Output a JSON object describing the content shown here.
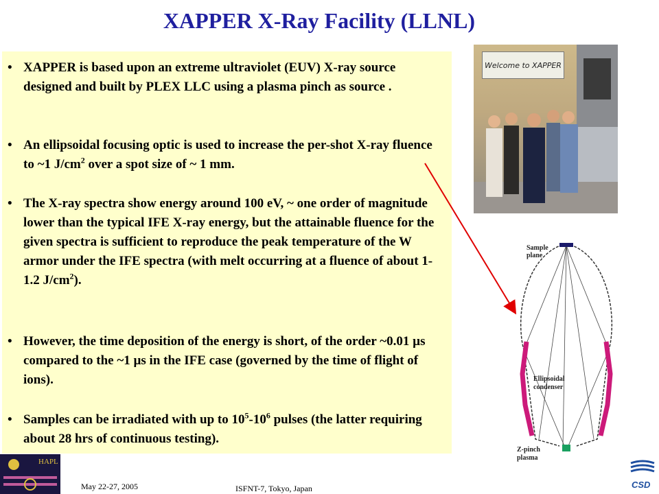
{
  "title": "XAPPER X-Ray Facility (LLNL)",
  "bullet_symbol": "•",
  "bullets": [
    {
      "before": "XAPPER is based upon an extreme ultraviolet (EUV) X-ray source designed and built by PLEX LLC using a plasma pinch as source ."
    },
    {
      "before": "An ellipsoidal focusing optic is used to increase the per-shot X-ray fluence to ~1 J/cm",
      "sup": "2",
      "after": " over a spot size of ~ 1 mm."
    },
    {
      "before": "The X-ray spectra show energy around 100 eV, ~ one order of magnitude lower than the typical IFE X-ray energy, but the attainable fluence for the given spectra is sufficient to reproduce the peak temperature of the W armor under the IFE spectra (with melt occurring at a fluence of about 1-1.2 J/cm",
      "sup": "2",
      "after": ")."
    },
    {
      "before": "However, the time deposition of the energy is short, of the order ~0.01 µs compared to the ~1 µs in the IFE case (governed by the time of flight of ions)."
    },
    {
      "before": " Samples can be irradiated with up to 10",
      "sup": "5",
      "mid": "-10",
      "sup2": "6",
      "after": " pulses (the latter requiring about 28 hrs of continuous testing)."
    }
  ],
  "photo": {
    "sign_text": "Welcome to XAPPER"
  },
  "diagram": {
    "label_top": [
      "Sample",
      "plane"
    ],
    "label_mid": [
      "Ellipsoidal",
      "condenser"
    ],
    "label_bottom": [
      "Z-pinch",
      "plasma"
    ]
  },
  "footer": {
    "date": "May 22-27, 2005",
    "conference": "ISFNT-7, Tokyo, Japan"
  },
  "logos": {
    "left": "HAPL",
    "right": "CSD"
  },
  "colors": {
    "title": "#1f1f9f",
    "text_box_bg": "#ffffcc",
    "arrow": "#e00000",
    "condenser": "#cc1a7a",
    "csd_logo": "#1f4fa0"
  },
  "icons": {
    "bullet": "bullet-dot",
    "left_logo": "hapl-logo-icon",
    "right_logo": "csd-logo-icon"
  }
}
